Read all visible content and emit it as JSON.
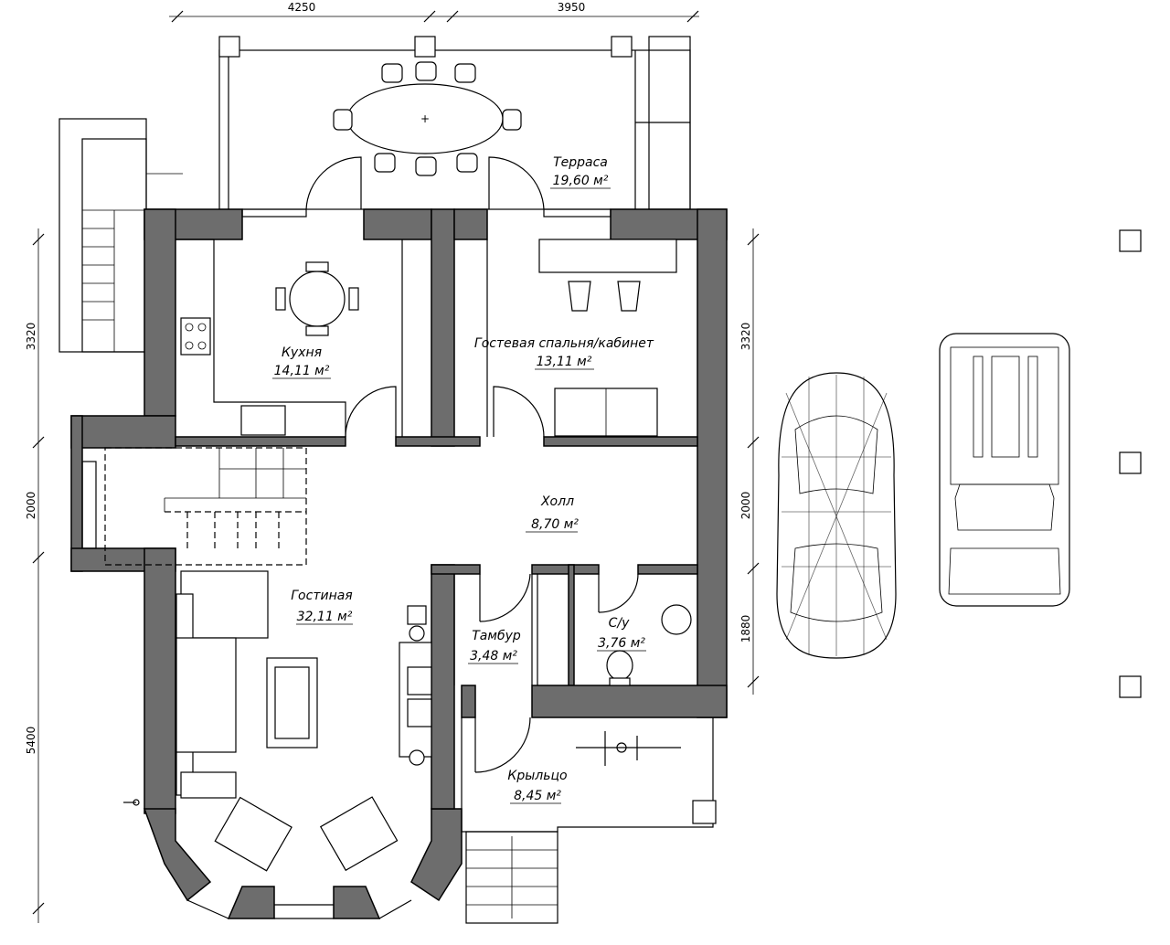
{
  "dimensions": {
    "top": [
      "4250",
      "3950"
    ],
    "left": [
      "3320",
      "2000",
      "5400"
    ],
    "right": [
      "3320",
      "2000",
      "1880"
    ]
  },
  "rooms": [
    {
      "name": "Терраса",
      "area": "19,60 м²"
    },
    {
      "name": "Кухня",
      "area": "14,11 м²"
    },
    {
      "name": "Гостевая спальня/кабинет",
      "area": "13,11 м²"
    },
    {
      "name": "Холл",
      "area": "8,70 м²"
    },
    {
      "name": "Гостиная",
      "area": "32,11 м²"
    },
    {
      "name": "Тамбур",
      "area": "3,48 м²"
    },
    {
      "name": "С/у",
      "area": "3,76 м²"
    },
    {
      "name": "Крыльцо",
      "area": "8,45 м²"
    }
  ],
  "colors": {
    "wall": "#6d6d6d",
    "line": "#000000",
    "background": "#ffffff"
  }
}
